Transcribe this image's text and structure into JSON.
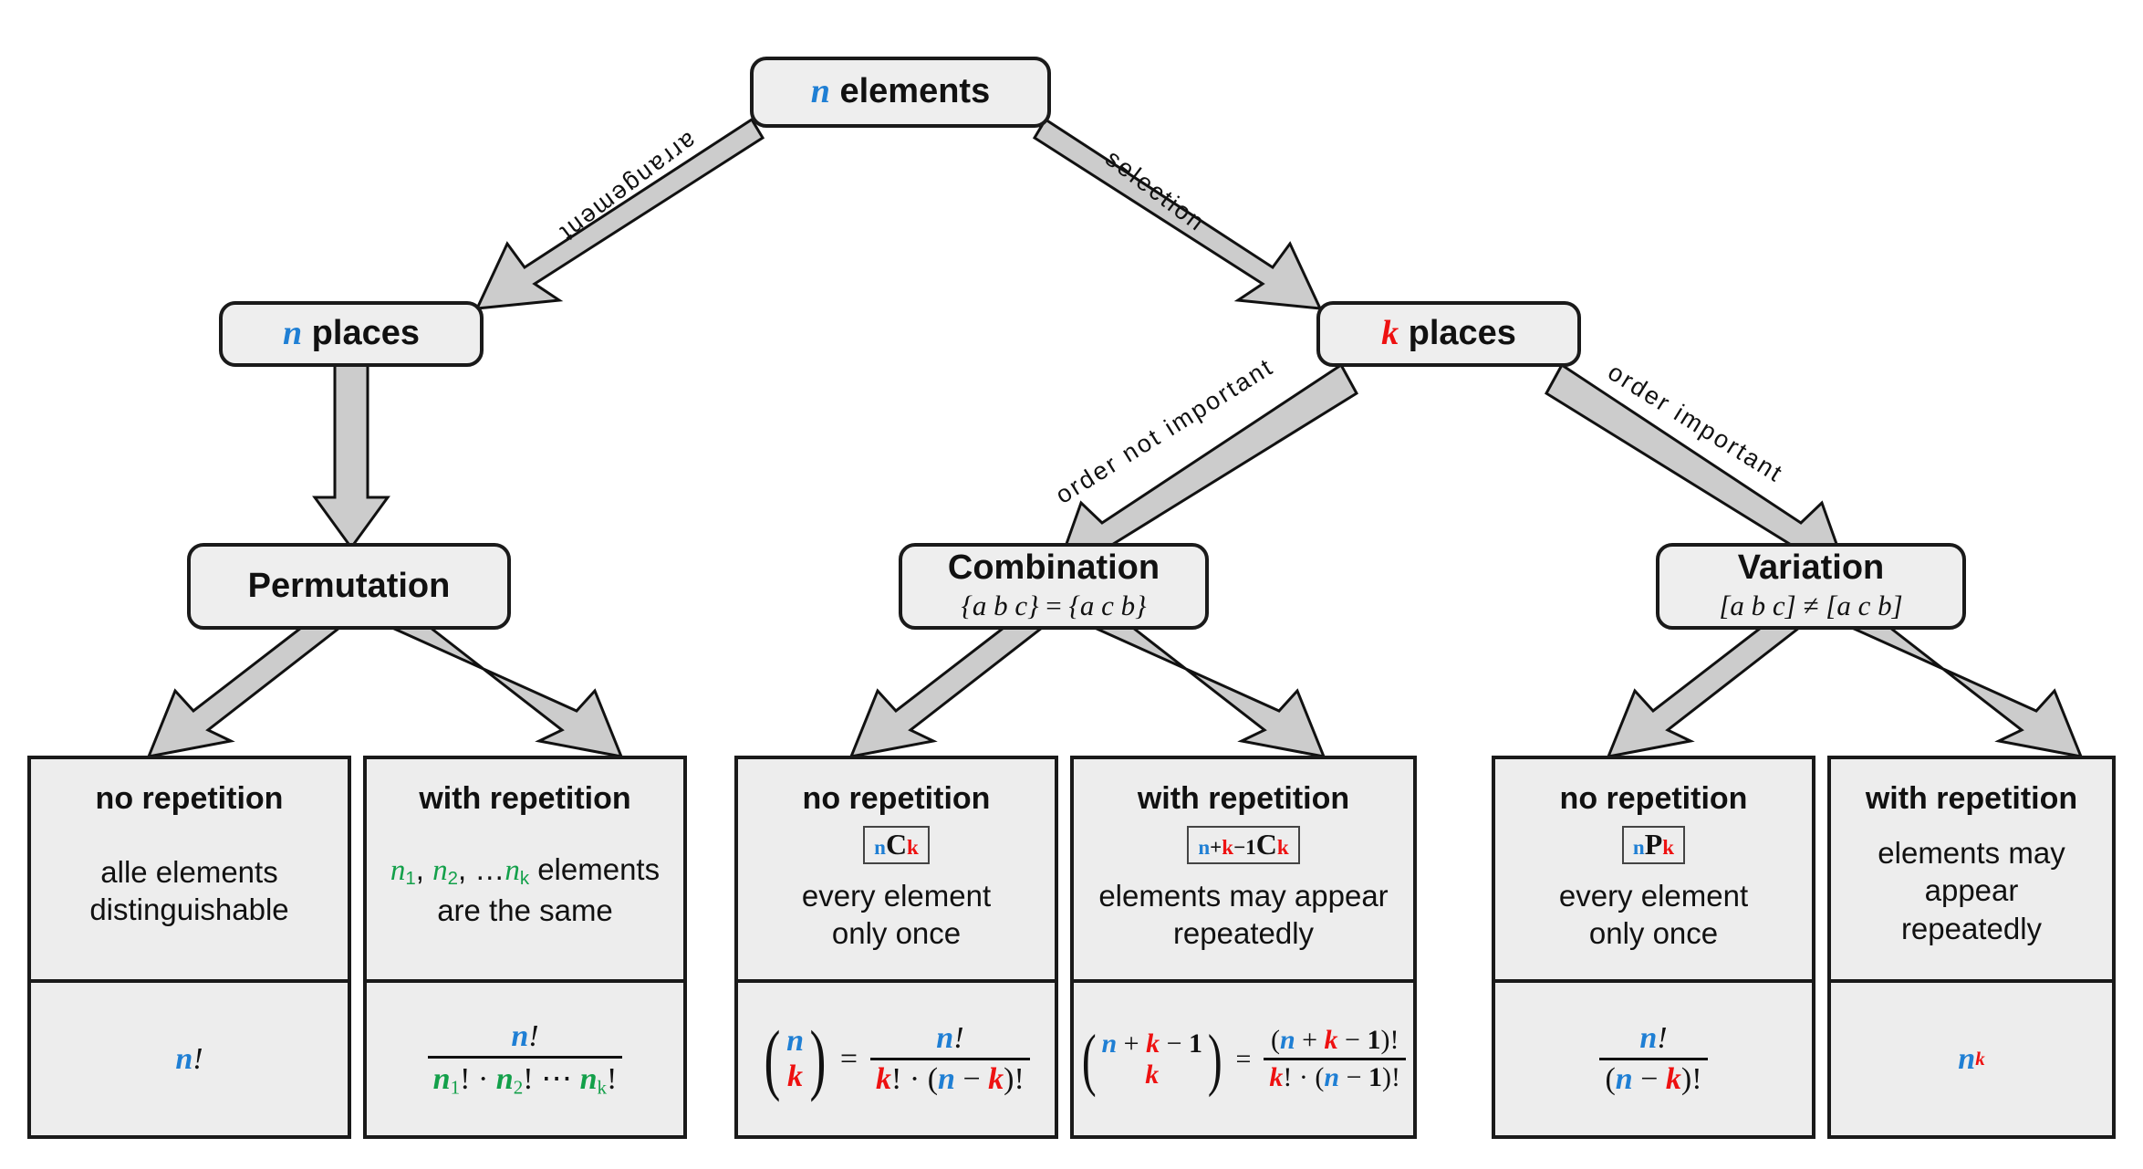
{
  "diagram": {
    "title": "Combinatorics decision tree",
    "colors": {
      "n_color": "#1f7fd4",
      "k_color": "#ee1111",
      "repeat_color": "#13a04a",
      "node_fill": "#eeeeee",
      "arrow_fill": "#cccccc",
      "border": "#1a1a1a"
    }
  },
  "root": {
    "label_var": "n",
    "label_text": " elements"
  },
  "edges": {
    "arrangement": "arrangement",
    "selection": "selection",
    "order_not_important": "order not important",
    "order_important": "order important"
  },
  "level2": {
    "left": {
      "var": "n",
      "text": " places"
    },
    "right": {
      "var": "k",
      "text": " places"
    }
  },
  "level3": {
    "permutation": {
      "title": "Permutation",
      "sub": ""
    },
    "combination": {
      "title": "Combination",
      "sub": "{a b c} = {a c b}",
      "sub_left": "{a b c}",
      "sub_rel": "=",
      "sub_right": "{a c b}"
    },
    "variation": {
      "title": "Variation",
      "sub": "[a b c] ≠ [a c b]",
      "sub_left": "[a b c]",
      "sub_rel": "≠",
      "sub_right": "[a c b]"
    }
  },
  "leaves": [
    {
      "group": "permutation",
      "head": "no repetition",
      "notation": "",
      "desc_line1": "alle elements",
      "desc_line2": "distinguishable",
      "formula_text": "n!"
    },
    {
      "group": "permutation",
      "head": "with repetition",
      "notation": "",
      "desc_line1": "n₁, n₂, … nₖ elements",
      "desc_line2": "are the same",
      "formula_text": "n! / (n₁! · n₂! ⋯ nₖ!)"
    },
    {
      "group": "combination",
      "head": "no repetition",
      "notation": "nCk",
      "desc_line1": "every element",
      "desc_line2": "only once",
      "formula_text": "(n over k) = n! / (k! · (n − k)!)"
    },
    {
      "group": "combination",
      "head": "with repetition",
      "notation": "n+k−1Ck",
      "desc_line1": "elements may appear",
      "desc_line2": "repeatedly",
      "formula_text": "(n+k−1 over k) = (n+k−1)! / (k! · (n − 1)!)"
    },
    {
      "group": "variation",
      "head": "no repetition",
      "notation": "nPk",
      "desc_line1": "every element",
      "desc_line2": "only once",
      "formula_text": "n! / (n − k)!"
    },
    {
      "group": "variation",
      "head": "with repetition",
      "notation": "",
      "desc_line1": "elements may appear",
      "desc_line2": "repeatedly",
      "formula_text": "n^k"
    }
  ],
  "symbols": {
    "n": "n",
    "k": "k",
    "C": "C",
    "P": "P",
    "fact": "!",
    "plus": "+",
    "minus": "−",
    "one": "1",
    "dot": "·",
    "ellipsis": "⋯",
    "eq": "=",
    "lparen": "(",
    "rparen": ")",
    "n1": "n",
    "n2": "n",
    "nk": "n",
    "s1": "1",
    "s2": "2",
    "sk": "k"
  }
}
